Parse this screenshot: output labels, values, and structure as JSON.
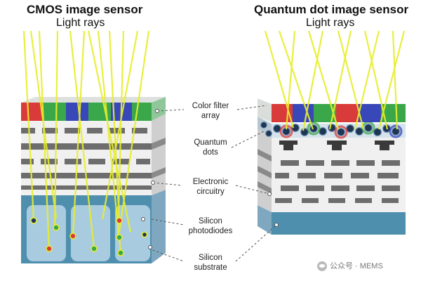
{
  "titles": {
    "cmos": "CMOS image sensor",
    "cmos_sub": "Light rays",
    "qd": "Quantum dot image sensor",
    "qd_sub": "Light rays"
  },
  "labels": {
    "color_filter": [
      "Color filter",
      "array"
    ],
    "quantum_dots": [
      "Quantum",
      "dots"
    ],
    "electronic": [
      "Electronic",
      "circuitry"
    ],
    "photodiodes": [
      "Silicon",
      "photodiodes"
    ],
    "substrate": [
      "Silicon",
      "substrate"
    ]
  },
  "watermark": "公众号 · MEMS",
  "colors": {
    "light_ray": "#e8ee2e",
    "red_filter": "#d93a3a",
    "green_filter": "#3aa84a",
    "blue_filter": "#3848b8",
    "silicon": "#4f8fae",
    "photodiode": "#a9cbe0",
    "circuit_gray": "#6d6d6d",
    "quantum_dot": "#1f3555",
    "pad_dark": "#3a3a3a"
  }
}
